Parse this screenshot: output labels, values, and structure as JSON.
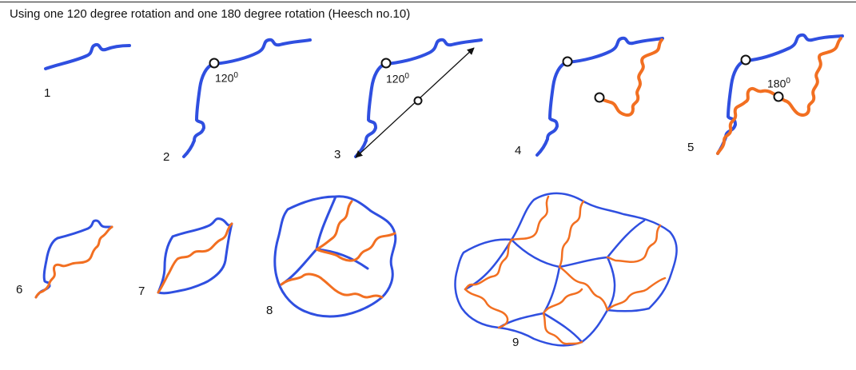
{
  "title": "Using one 120 degree rotation and one 180 degree rotation  (Heesch no.10)",
  "steps": [
    "1",
    "2",
    "3",
    "4",
    "5",
    "6",
    "7",
    "8",
    "9"
  ],
  "angles": {
    "a120": "120",
    "a180": "180",
    "degree_mark": "0"
  },
  "colors": {
    "edge_blue": "#2f4fe0",
    "edge_orange": "#f26f21",
    "outline": "#111111"
  }
}
